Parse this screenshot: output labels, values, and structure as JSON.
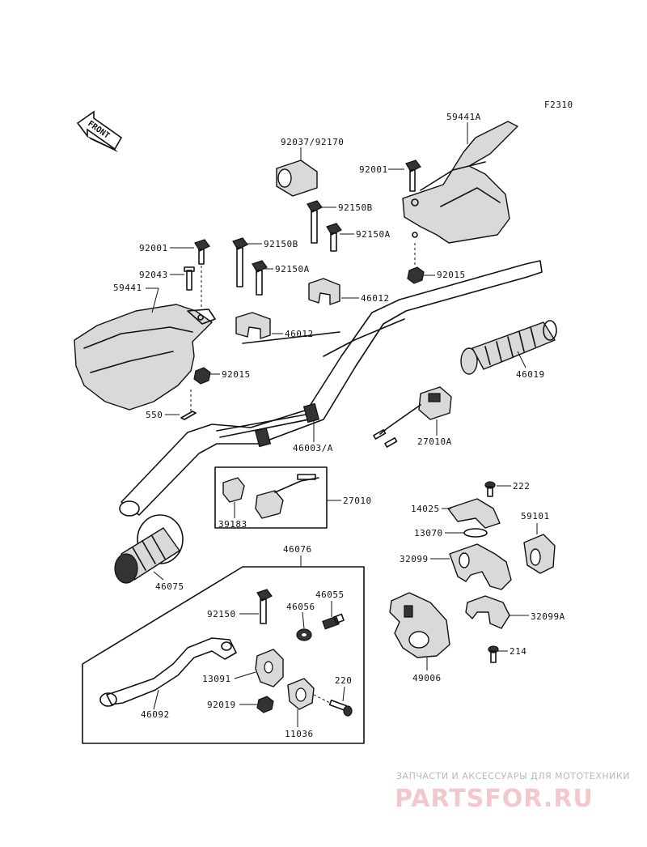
{
  "figure_code": "F2310",
  "front_label": "FRONT",
  "labels": {
    "p59441a": "59441A",
    "p92037": "92037/92170",
    "p92001_r": "92001",
    "p92150b_a": "92150B",
    "p92150a_a": "92150A",
    "p92150b_b": "92150B",
    "p92001_l": "92001",
    "p92015_r": "92015",
    "p92043": "92043",
    "p92150a_b": "92150A",
    "p46012_a": "46012",
    "p59441": "59441",
    "p46012_b": "46012",
    "p46019": "46019",
    "p92015_l": "92015",
    "p550": "550",
    "p27010a": "27010A",
    "p46003": "46003/A",
    "p27010": "27010",
    "p222": "222",
    "p14025": "14025",
    "p59101": "59101",
    "p39183": "39183",
    "p13070": "13070",
    "p46076": "46076",
    "p32099": "32099",
    "p46075": "46075",
    "p46055": "46055",
    "p46056": "46056",
    "p92150": "92150",
    "p32099a": "32099A",
    "p214": "214",
    "p13091": "13091",
    "p49006": "49006",
    "p220": "220",
    "p92019": "92019",
    "p46092": "46092",
    "p11036": "11036"
  },
  "watermark": {
    "tagline": "ЗАПЧАСТИ И АКСЕССУАРЫ ДЛЯ МОТОТЕХНИКИ",
    "logo": "PARTSFOR.RU"
  }
}
